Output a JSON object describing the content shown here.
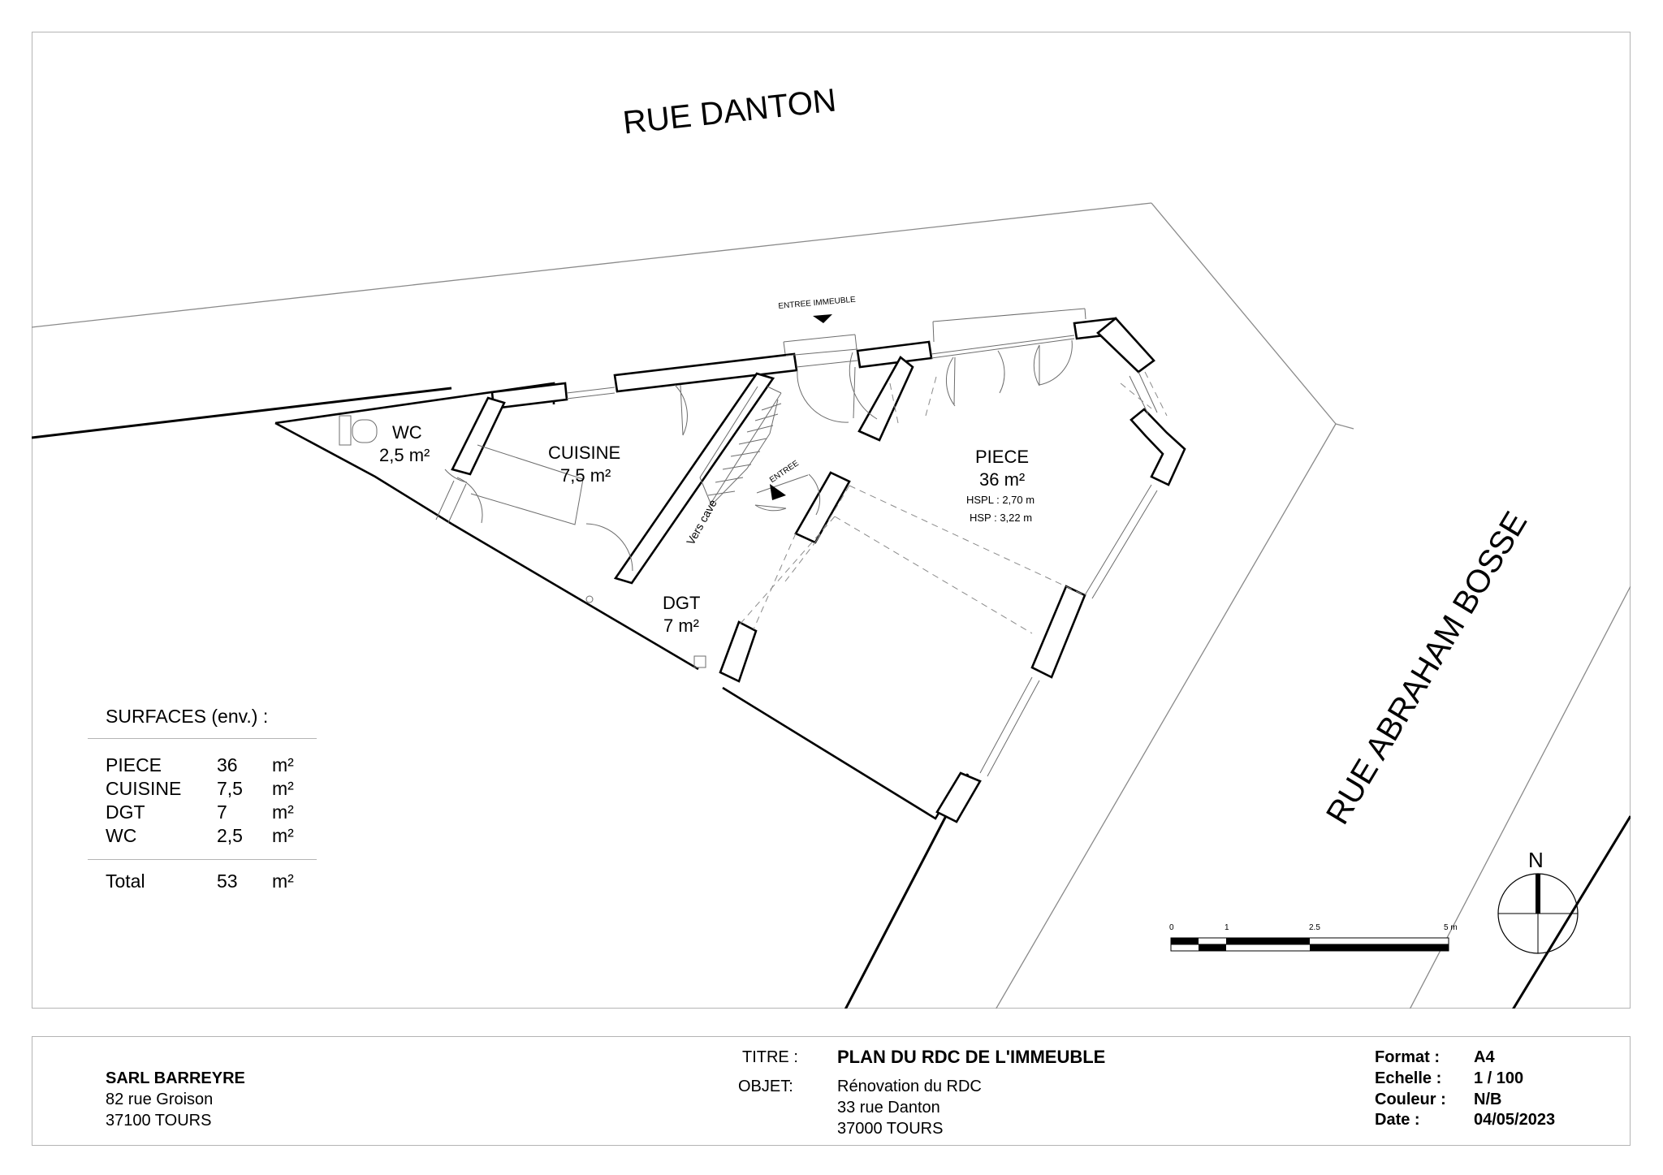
{
  "streets": {
    "top": "RUE  DANTON",
    "right": "RUE   ABRAHAM BOSSE"
  },
  "rooms": {
    "wc": {
      "name": "WC",
      "area": "2,5 m²"
    },
    "cuisine": {
      "name": "CUISINE",
      "area": "7,5 m²"
    },
    "piece": {
      "name": "PIECE",
      "area": "36 m²",
      "hspl": "HSPL : 2,70 m",
      "hsp": "HSP : 3,22 m"
    },
    "dgt": {
      "name": "DGT",
      "area": "7 m²"
    }
  },
  "labels": {
    "entree_immeuble": "ENTREE IMMEUBLE",
    "entree": "ENTREE",
    "vers_cave": "Vers cave"
  },
  "surfaces": {
    "title": "SURFACES (env.) :",
    "rows": [
      {
        "name": "PIECE",
        "value": "36",
        "unit": "m²"
      },
      {
        "name": "CUISINE",
        "value": "7,5",
        "unit": "m²"
      },
      {
        "name": "DGT",
        "value": "7",
        "unit": "m²"
      },
      {
        "name": "WC",
        "value": "2,5",
        "unit": "m²"
      }
    ],
    "total": {
      "name": "Total",
      "value": "53",
      "unit": "m²"
    }
  },
  "scale_bar": {
    "ticks": [
      "0",
      "1",
      "2.5",
      "5 m"
    ]
  },
  "north": "N",
  "title_block": {
    "company": "SARL BARREYRE",
    "address1": "82 rue Groison",
    "address2": "37100 TOURS",
    "titre_label": "TITRE :",
    "titre_value": "PLAN DU RDC DE L'IMMEUBLE",
    "objet_label": "OBJET:",
    "objet_line1": "Rénovation du RDC",
    "objet_line2": "33 rue Danton",
    "objet_line3": "37000 TOURS",
    "format_label": "Format :",
    "format_value": "A4",
    "echelle_label": "Echelle :",
    "echelle_value": "1 / 100",
    "couleur_label": "Couleur :",
    "couleur_value": "N/B",
    "date_label": "Date :",
    "date_value": "04/05/2023"
  }
}
